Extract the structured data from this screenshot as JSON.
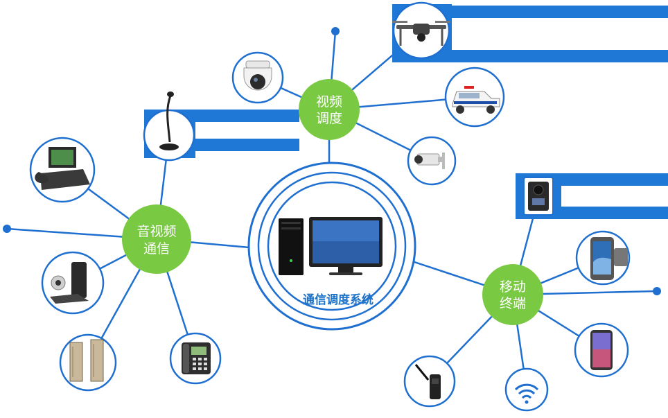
{
  "diagram": {
    "center": {
      "label": "通信调度系统",
      "device_icon": "desktop-computer-icon"
    },
    "hubs": {
      "video_dispatch": {
        "line1": "视频",
        "line2": "调度"
      },
      "av_comm": {
        "line1": "音视频",
        "line2": "通信"
      },
      "mobile_terminal": {
        "line1": "移动",
        "line2": "终端"
      }
    },
    "devices": [
      {
        "name": "ptz-dome-camera-icon"
      },
      {
        "name": "drone-icon"
      },
      {
        "name": "police-car-icon"
      },
      {
        "name": "bullet-camera-icon"
      },
      {
        "name": "microphone-icon"
      },
      {
        "name": "video-phone-icon"
      },
      {
        "name": "video-conference-terminal-icon"
      },
      {
        "name": "server-cabinet-icon"
      },
      {
        "name": "ip-phone-icon"
      },
      {
        "name": "body-camera-icon"
      },
      {
        "name": "rugged-phone-icon"
      },
      {
        "name": "smartphone-icon"
      },
      {
        "name": "walkie-talkie-icon"
      },
      {
        "name": "wifi-icon"
      }
    ]
  },
  "colors": {
    "line": "#1e6fd0",
    "hub": "#7ac943",
    "center_text": "#1e73c8",
    "accent_band": "#1f77d6"
  }
}
